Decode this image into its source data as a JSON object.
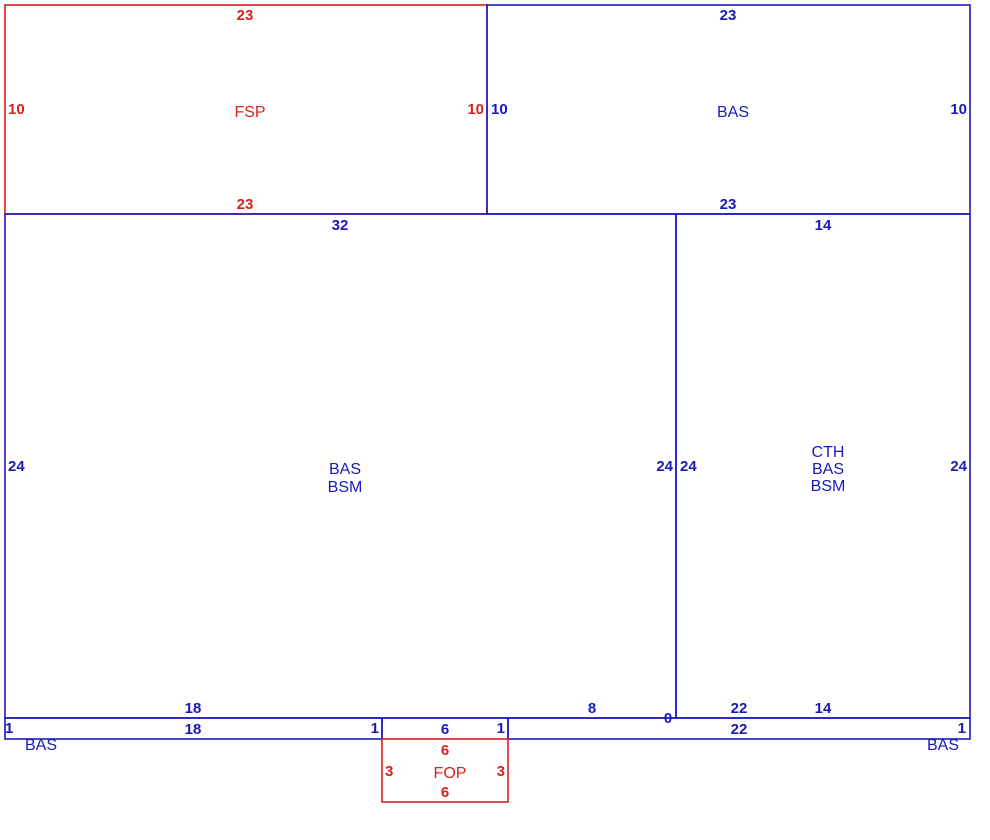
{
  "colors": {
    "blue": "#1a1ab8",
    "red": "#d92020"
  },
  "areas": {
    "fsp": {
      "label": "FSP",
      "top": "23",
      "bottom": "23",
      "left": "10",
      "right": "10"
    },
    "bas_top": {
      "label": "BAS",
      "top": "23",
      "bottom": "23",
      "left": "10",
      "right": "10"
    },
    "main": {
      "label1": "BAS",
      "label2": "BSM",
      "top": "32",
      "left": "24",
      "right": "24",
      "bottom": "18"
    },
    "right": {
      "label1": "CTH",
      "label2": "BAS",
      "label3": "BSM",
      "top": "14",
      "left": "24",
      "right": "24",
      "bottom1": "22",
      "bottom2": "14"
    },
    "strip_left": {
      "label": "BAS",
      "top": "18",
      "left": "1",
      "right": "1"
    },
    "strip_mid": {
      "top": "6",
      "right": "1"
    },
    "strip_right": {
      "label": "BAS",
      "top": "8",
      "bottom": "22",
      "zero": "0",
      "right": "1"
    },
    "fop": {
      "label": "FOP",
      "top": "6",
      "bottom": "6",
      "left": "3",
      "right": "3"
    }
  }
}
